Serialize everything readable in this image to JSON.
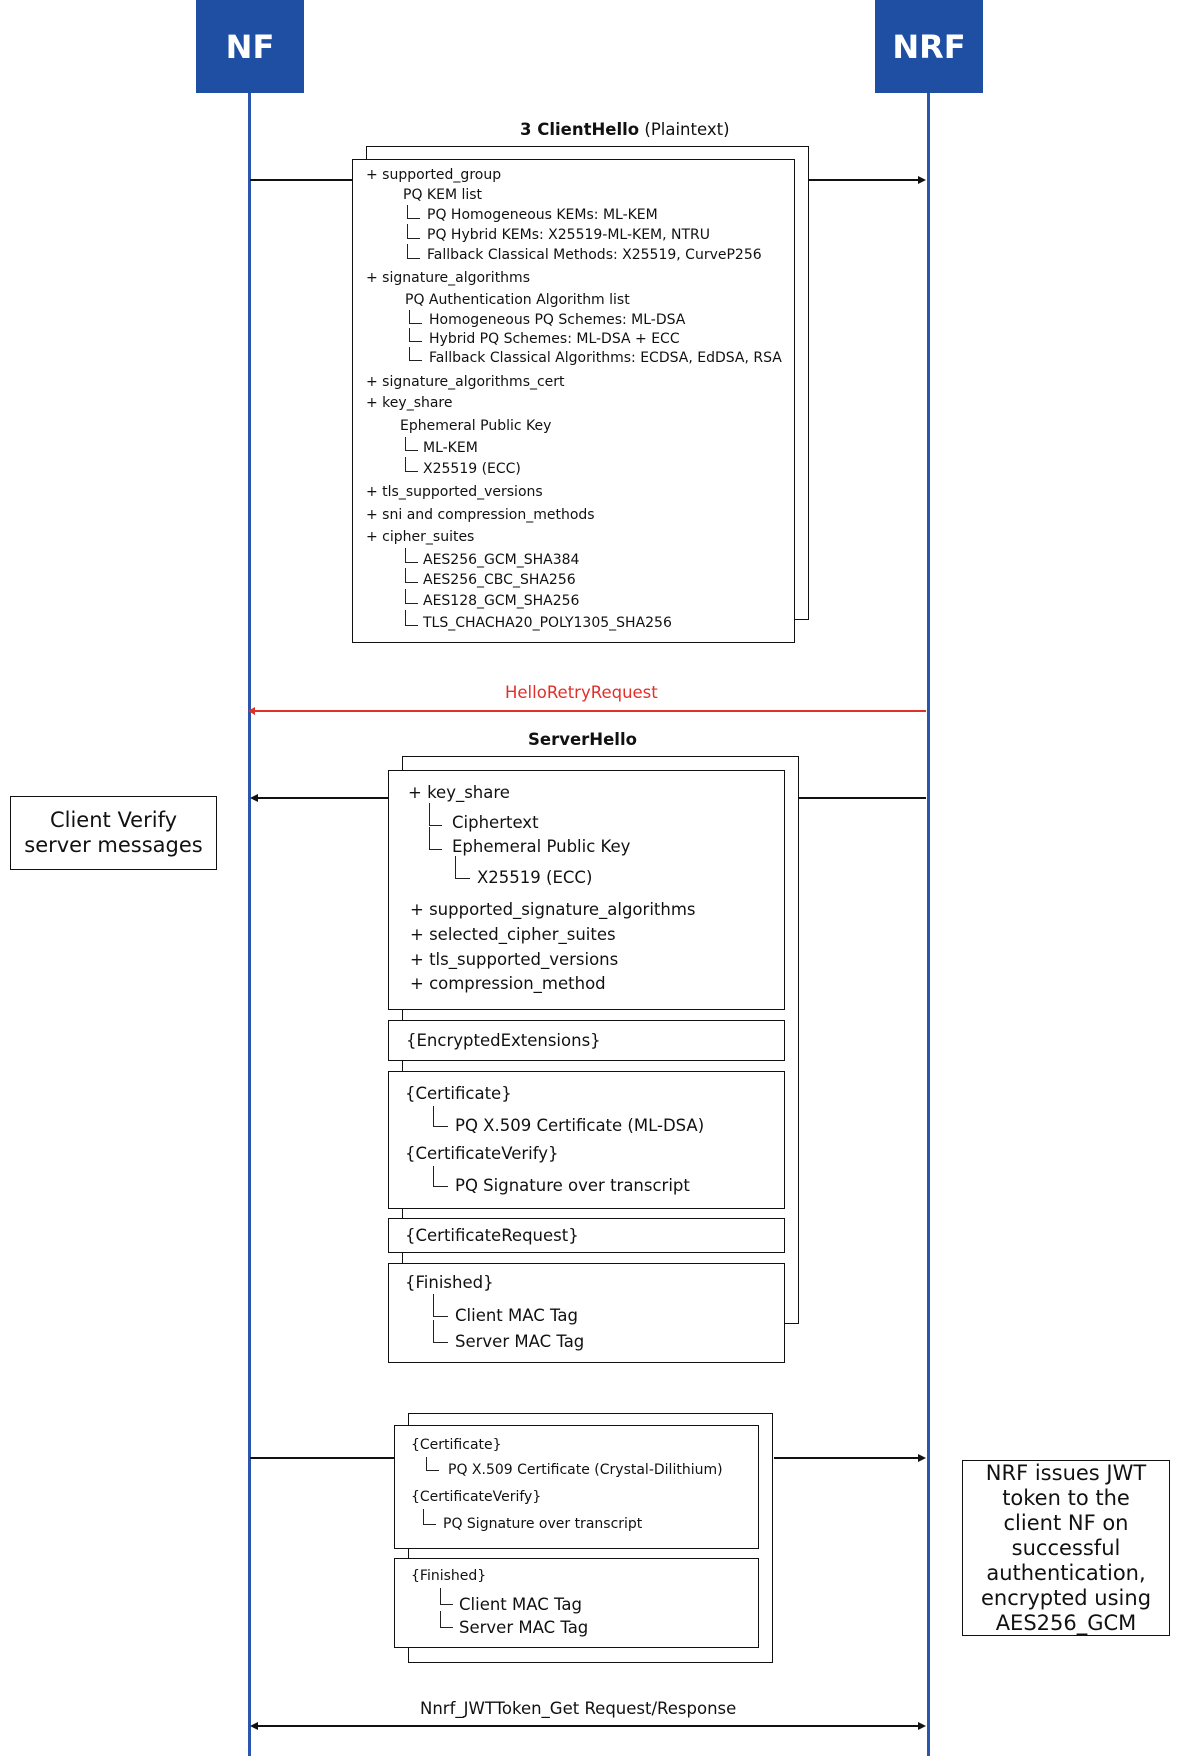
{
  "actors": {
    "client": "NF",
    "server": "NRF"
  },
  "client_hello": {
    "title_prefix": "3",
    "title_bold": "ClientHello",
    "title_rest": "(Plaintext)",
    "items": [
      "+ supported_group",
      "PQ KEM list",
      "PQ Homogeneous KEMs: ML-KEM",
      "PQ Hybrid KEMs: X25519-ML-KEM, NTRU",
      "Fallback Classical Methods: X25519, CurveP256",
      "+ signature_algorithms",
      "PQ Authentication Algorithm list",
      "Homogeneous PQ Schemes: ML-DSA",
      "Hybrid PQ Schemes: ML-DSA + ECC",
      "Fallback Classical Algorithms: ECDSA, EdDSA, RSA",
      "+ signature_algorithms_cert",
      "+ key_share",
      "Ephemeral Public Key",
      "ML-KEM",
      "X25519 (ECC)",
      "+ tls_supported_versions",
      "+ sni and compression_methods",
      "+ cipher_suites",
      "AES256_GCM_SHA384",
      "AES256_CBC_SHA256",
      "AES128_GCM_SHA256",
      "TLS_CHACHA20_POLY1305_SHA256"
    ]
  },
  "hello_retry": {
    "label": "HelloRetryRequest",
    "color": "#e0302a"
  },
  "server_hello": {
    "title": "ServerHello",
    "items": [
      "+ key_share",
      "Ciphertext",
      "Ephemeral Public Key",
      "X25519 (ECC)",
      "+ supported_signature_algorithms",
      "+ selected_cipher_suites",
      "+ tls_supported_versions",
      "+ compression_method"
    ],
    "encrypted_extensions": "{EncryptedExtensions}",
    "certificate": "{Certificate}",
    "certificate_detail": "PQ X.509 Certificate (ML-DSA)",
    "certificate_verify": "{CertificateVerify}",
    "certificate_verify_detail": "PQ Signature over transcript",
    "certificate_request": "{CertificateRequest}",
    "finished": "{Finished}",
    "client_mac": "Client MAC Tag",
    "server_mac": "Server MAC Tag"
  },
  "client_note": "Client Verify server messages",
  "client_auth": {
    "certificate": "{Certificate}",
    "certificate_detail": "PQ X.509 Certificate (Crystal-Dilithium)",
    "certificate_verify": "{CertificateVerify}",
    "certificate_verify_detail": "PQ Signature over transcript",
    "finished": "{Finished}",
    "client_mac": "Client MAC Tag",
    "server_mac": "Server MAC Tag"
  },
  "server_note": "NRF issues JWT token to the client NF on successful authentication, encrypted using AES256_GCM",
  "jwt": {
    "label": "Nnrf_JWTToken_Get Request/Response"
  },
  "colors": {
    "actor": "#1f4fa3",
    "lifeline": "#2a56b0"
  }
}
